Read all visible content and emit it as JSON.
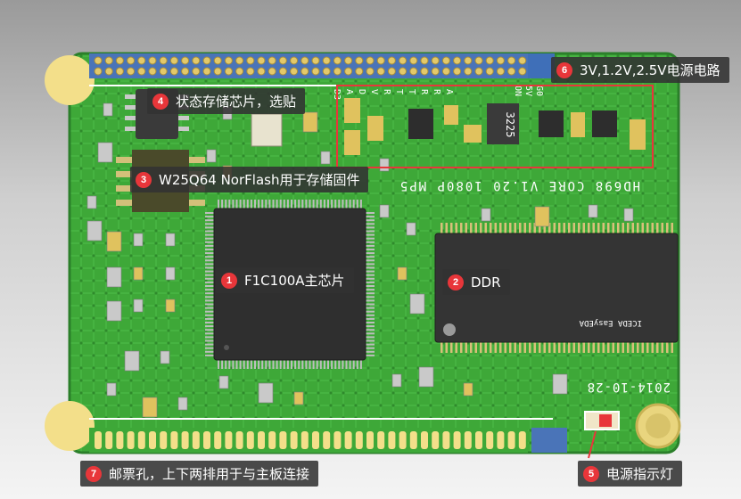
{
  "board_silkscreen": {
    "model": "HD698 CORE V1.20 1080P MP5",
    "date": "2014-10-28",
    "chip_marking": "3225",
    "header_labels": [
      "D3",
      "A",
      "D",
      "V",
      "R",
      "T",
      "T",
      "R",
      "R",
      "A"
    ],
    "top_labels": [
      "ON",
      "5V",
      "G0"
    ],
    "ddr_logo": "ICEDA EasyEDA"
  },
  "callouts": [
    {
      "num": "1",
      "text": "F1C100A主芯片"
    },
    {
      "num": "2",
      "text": "DDR"
    },
    {
      "num": "3",
      "text": "W25Q64 NorFlash用于存储固件"
    },
    {
      "num": "4",
      "text": "状态存储芯片，选贴"
    },
    {
      "num": "5",
      "text": "电源指示灯"
    },
    {
      "num": "6",
      "text": "3V,1.2V,2.5V电源电路"
    },
    {
      "num": "7",
      "text": "邮票孔，上下两排用于与主板连接"
    }
  ],
  "colors": {
    "pcb_green": "#3fae3a",
    "highlight_red": "#e8363a",
    "callout_bg": "#323232",
    "pad_gold": "#e3c96a",
    "mount_yellow": "#f3df8a"
  }
}
